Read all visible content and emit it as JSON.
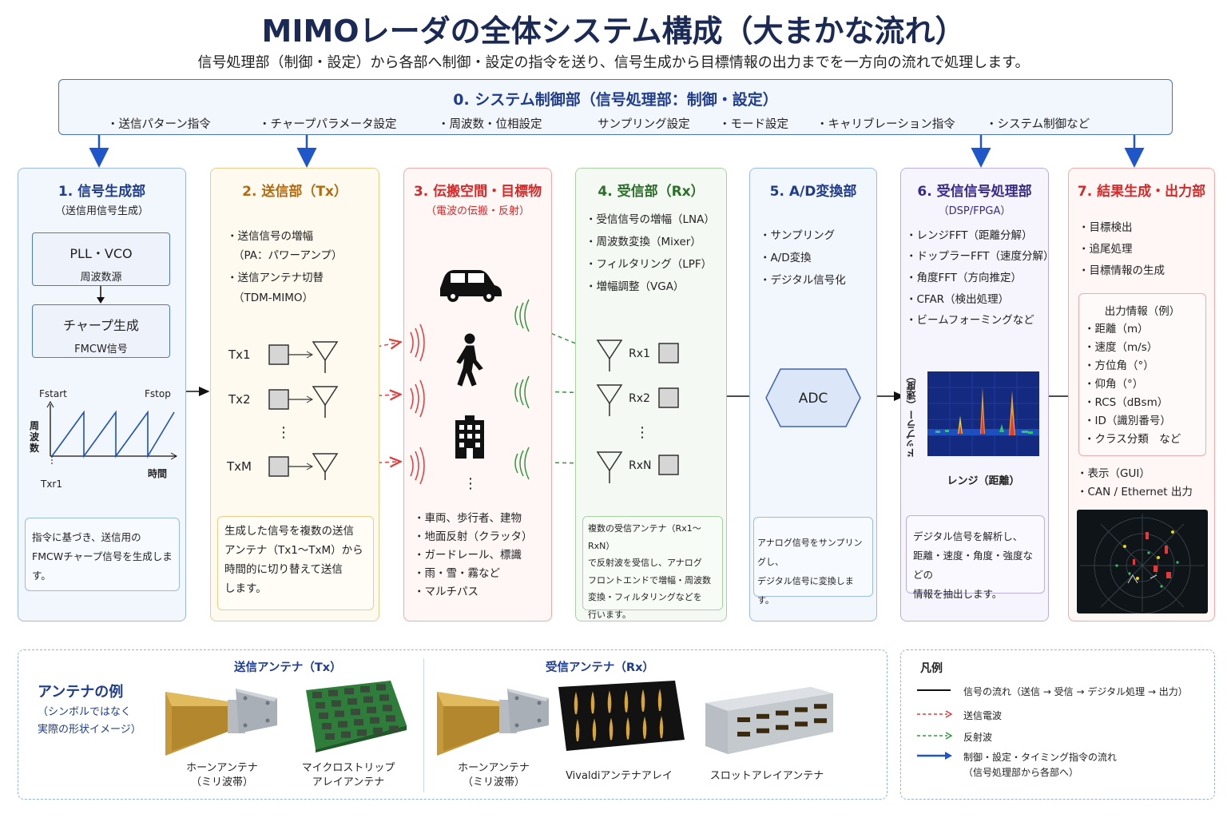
{
  "title": "MIMOレーダの全体システム構成（大まかな流れ）",
  "subtitle": "信号処理部（制御・設定）から各部へ制御・設定の指令を送り、信号生成から目標情報の出力までを一方向の流れで処理します。",
  "control": {
    "title": "0. システム制御部（信号処理部：制御・設定）",
    "items": [
      "・送信パターン指令",
      "・チャープパラメータ設定",
      "・周波数・位相設定",
      "サンプリング設定",
      "・モード設定",
      "・キャリブレーション指令",
      "・システム制御など"
    ]
  },
  "col1": {
    "title": "1. 信号生成部",
    "sub": "（送信用信号生成）",
    "box1_title": "PLL・VCO",
    "box1_sub": "周波数源",
    "box2_title": "チャープ生成",
    "box2_sub": "FMCW信号",
    "chart_fstart": "Fstart",
    "chart_fstop": "Fstop",
    "chart_ylabel": "周波数",
    "chart_xlabel": "時間",
    "chart_txr": "Txr1",
    "desc": [
      "指令に基づき、送信用の",
      "FMCWチャープ信号を生成します。"
    ]
  },
  "col2": {
    "title": "2. 送信部（Tx）",
    "items": [
      "・送信信号の増幅",
      "（PA：パワーアンプ）",
      "・送信アンテナ切替",
      "（TDM-MIMO）"
    ],
    "tx": [
      "Tx1",
      "Tx2",
      "TxM"
    ],
    "dots": "⋮",
    "desc": [
      "生成した信号を複数の送信",
      "アンテナ（Tx1～TxM）から",
      "時間的に切り替えて送信",
      "します。"
    ]
  },
  "col3": {
    "title": "3. 伝搬空間・目標物",
    "sub": "（電波の伝搬・反射）",
    "dots": "⋮",
    "items": [
      "・車両、歩行者、建物",
      "・地面反射（クラッタ）",
      "・ガードレール、標識",
      "・雨・雪・霧など",
      "・マルチパス"
    ]
  },
  "col4": {
    "title": "4. 受信部（Rx）",
    "items": [
      "・受信信号の増幅（LNA）",
      "・周波数変換（Mixer）",
      "・フィルタリング（LPF）",
      "・増幅調整（VGA）"
    ],
    "rx": [
      "Rx1",
      "Rx2",
      "RxN"
    ],
    "dots": "⋮",
    "desc": [
      "複数の受信アンテナ（Rx1～RxN）",
      "で反射波を受信し、アナログ",
      "フロントエンドで増幅・周波数",
      "変換・フィルタリングなどを",
      "行います。"
    ]
  },
  "col5": {
    "title": "5. A/D変換部",
    "items": [
      "・サンプリング",
      "・A/D変換",
      "・デジタル信号化"
    ],
    "adc": "ADC",
    "desc": [
      "アナログ信号をサンプリングし、",
      "デジタル信号に変換します。"
    ]
  },
  "col6": {
    "title": "6. 受信信号処理部",
    "sub": "（DSP/FPGA）",
    "items": [
      "・レンジFFT（距離分解）",
      "・ドップラーFFT（速度分解）",
      "・角度FFT（方向推定）",
      "・CFAR（検出処理）",
      "・ビームフォーミングなど"
    ],
    "map_ylabel": "ドップラー（速度）",
    "map_xlabel": "レンジ（距離）",
    "desc": [
      "デジタル信号を解析し、",
      "距離・速度・角度・強度などの",
      "情報を抽出します。"
    ]
  },
  "col7": {
    "title": "7. 結果生成・出力部",
    "items": [
      "・目標検出",
      "・追尾処理",
      "・目標情報の生成"
    ],
    "info_title": "出力情報（例）",
    "info": [
      "・距離（m）",
      "・速度（m/s）",
      "・方位角（°）",
      "・仰角（°）",
      "・RCS（dBsm）",
      "・ID（識別番号）",
      "・クラス分類　など"
    ],
    "out": [
      "・表示（GUI）",
      "・CAN / Ethernet 出力"
    ]
  },
  "antenna": {
    "heading": "アンテナの例",
    "heading_sub": [
      "（シンボルではなく",
      "実際の形状イメージ）"
    ],
    "tx_title": "送信アンテナ（Tx）",
    "rx_title": "受信アンテナ（Rx）",
    "horn1": [
      "ホーンアンテナ",
      "（ミリ波帯）"
    ],
    "microstrip": [
      "マイクロストリップ",
      "アレイアンテナ"
    ],
    "horn2": [
      "ホーンアンテナ",
      "（ミリ波帯）"
    ],
    "vivaldi": "Vivaldiアンテナアレイ",
    "slot": "スロットアレイアンテナ"
  },
  "legend": {
    "title": "凡例",
    "items": [
      "信号の流れ（送信 → 受信 → デジタル処理 → 出力）",
      "送信電波",
      "反射波",
      "制御・設定・タイミング指令の流れ"
    ],
    "note": "（信号処理部から各部へ）"
  },
  "colors": {
    "control_blue": "#4a72c4",
    "col1": "#9bbbe6",
    "col2": "#eccc8a",
    "col3": "#f2a9a9",
    "col4": "#a7d3a2",
    "col5": "#9bbbe6",
    "col6": "#b9aee6",
    "col7": "#f2a9a9",
    "tx_wave": "#e23b3b",
    "rx_wave": "#2f9a3b",
    "control_arrow": "#1f56c9"
  }
}
